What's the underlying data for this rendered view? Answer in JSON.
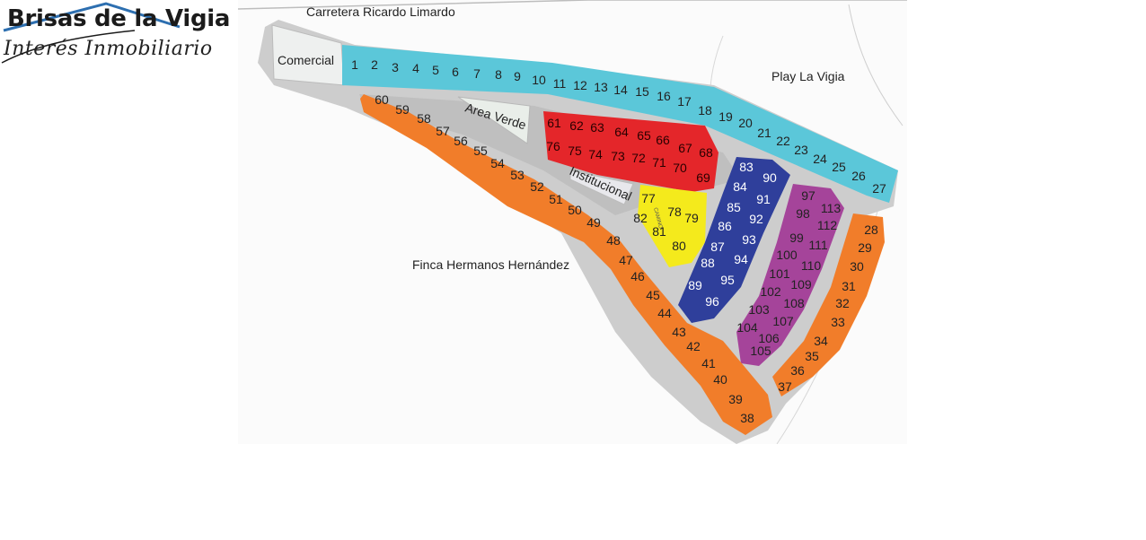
{
  "logo": {
    "brand": "Brisas de la Vigia",
    "tagline": "Interés Inmobiliario"
  },
  "labels": {
    "road": "Carretera  Ricardo Limardo",
    "comercial": "Comercial",
    "area_verde": "Area Verde",
    "institucional": "Institucional",
    "playa": "Play La Vigia",
    "finca": "Finca Hermanos Hernández",
    "camino": "CAMINO"
  },
  "colors": {
    "cyan": "#5bc7d9",
    "red": "#e4262a",
    "yellow": "#f4ea1c",
    "blue": "#2f3f9b",
    "purple": "#a5449a",
    "orange": "#f17d2a",
    "road": "#c9c9c9",
    "logo_accent": "#2d6fb0"
  },
  "sections": {
    "cyan": {
      "color": "cyan",
      "lots": [
        "1",
        "2",
        "3",
        "4",
        "5",
        "6",
        "7",
        "8",
        "9",
        "10",
        "11",
        "12",
        "13",
        "14",
        "15",
        "16",
        "17",
        "18",
        "19",
        "20",
        "21",
        "22",
        "23",
        "24",
        "25",
        "26",
        "27"
      ]
    },
    "red": {
      "color": "red",
      "lots": [
        "61",
        "62",
        "63",
        "64",
        "65",
        "66",
        "67",
        "68",
        "76",
        "75",
        "74",
        "73",
        "72",
        "71",
        "70",
        "69"
      ]
    },
    "yellow": {
      "color": "yellow",
      "lots": [
        "77",
        "78",
        "79",
        "82",
        "81",
        "80"
      ]
    },
    "blue": {
      "color": "blue",
      "lots": [
        "83",
        "90",
        "84",
        "91",
        "85",
        "92",
        "86",
        "93",
        "87",
        "94",
        "88",
        "95",
        "89",
        "96"
      ]
    },
    "purple": {
      "color": "purple",
      "lots": [
        "97",
        "113",
        "98",
        "112",
        "99",
        "111",
        "100",
        "110",
        "101",
        "109",
        "102",
        "108",
        "103",
        "107",
        "104",
        "106",
        "105"
      ]
    },
    "orange_east": {
      "color": "orange",
      "lots": [
        "28",
        "29",
        "30",
        "31",
        "32",
        "33",
        "34",
        "35",
        "36",
        "37"
      ]
    },
    "orange_west": {
      "color": "orange",
      "lots": [
        "60",
        "59",
        "58",
        "57",
        "56",
        "55",
        "54",
        "53",
        "52",
        "51",
        "50",
        "49",
        "48",
        "47",
        "46",
        "45",
        "44",
        "43",
        "42",
        "41",
        "40",
        "39",
        "38"
      ]
    }
  }
}
